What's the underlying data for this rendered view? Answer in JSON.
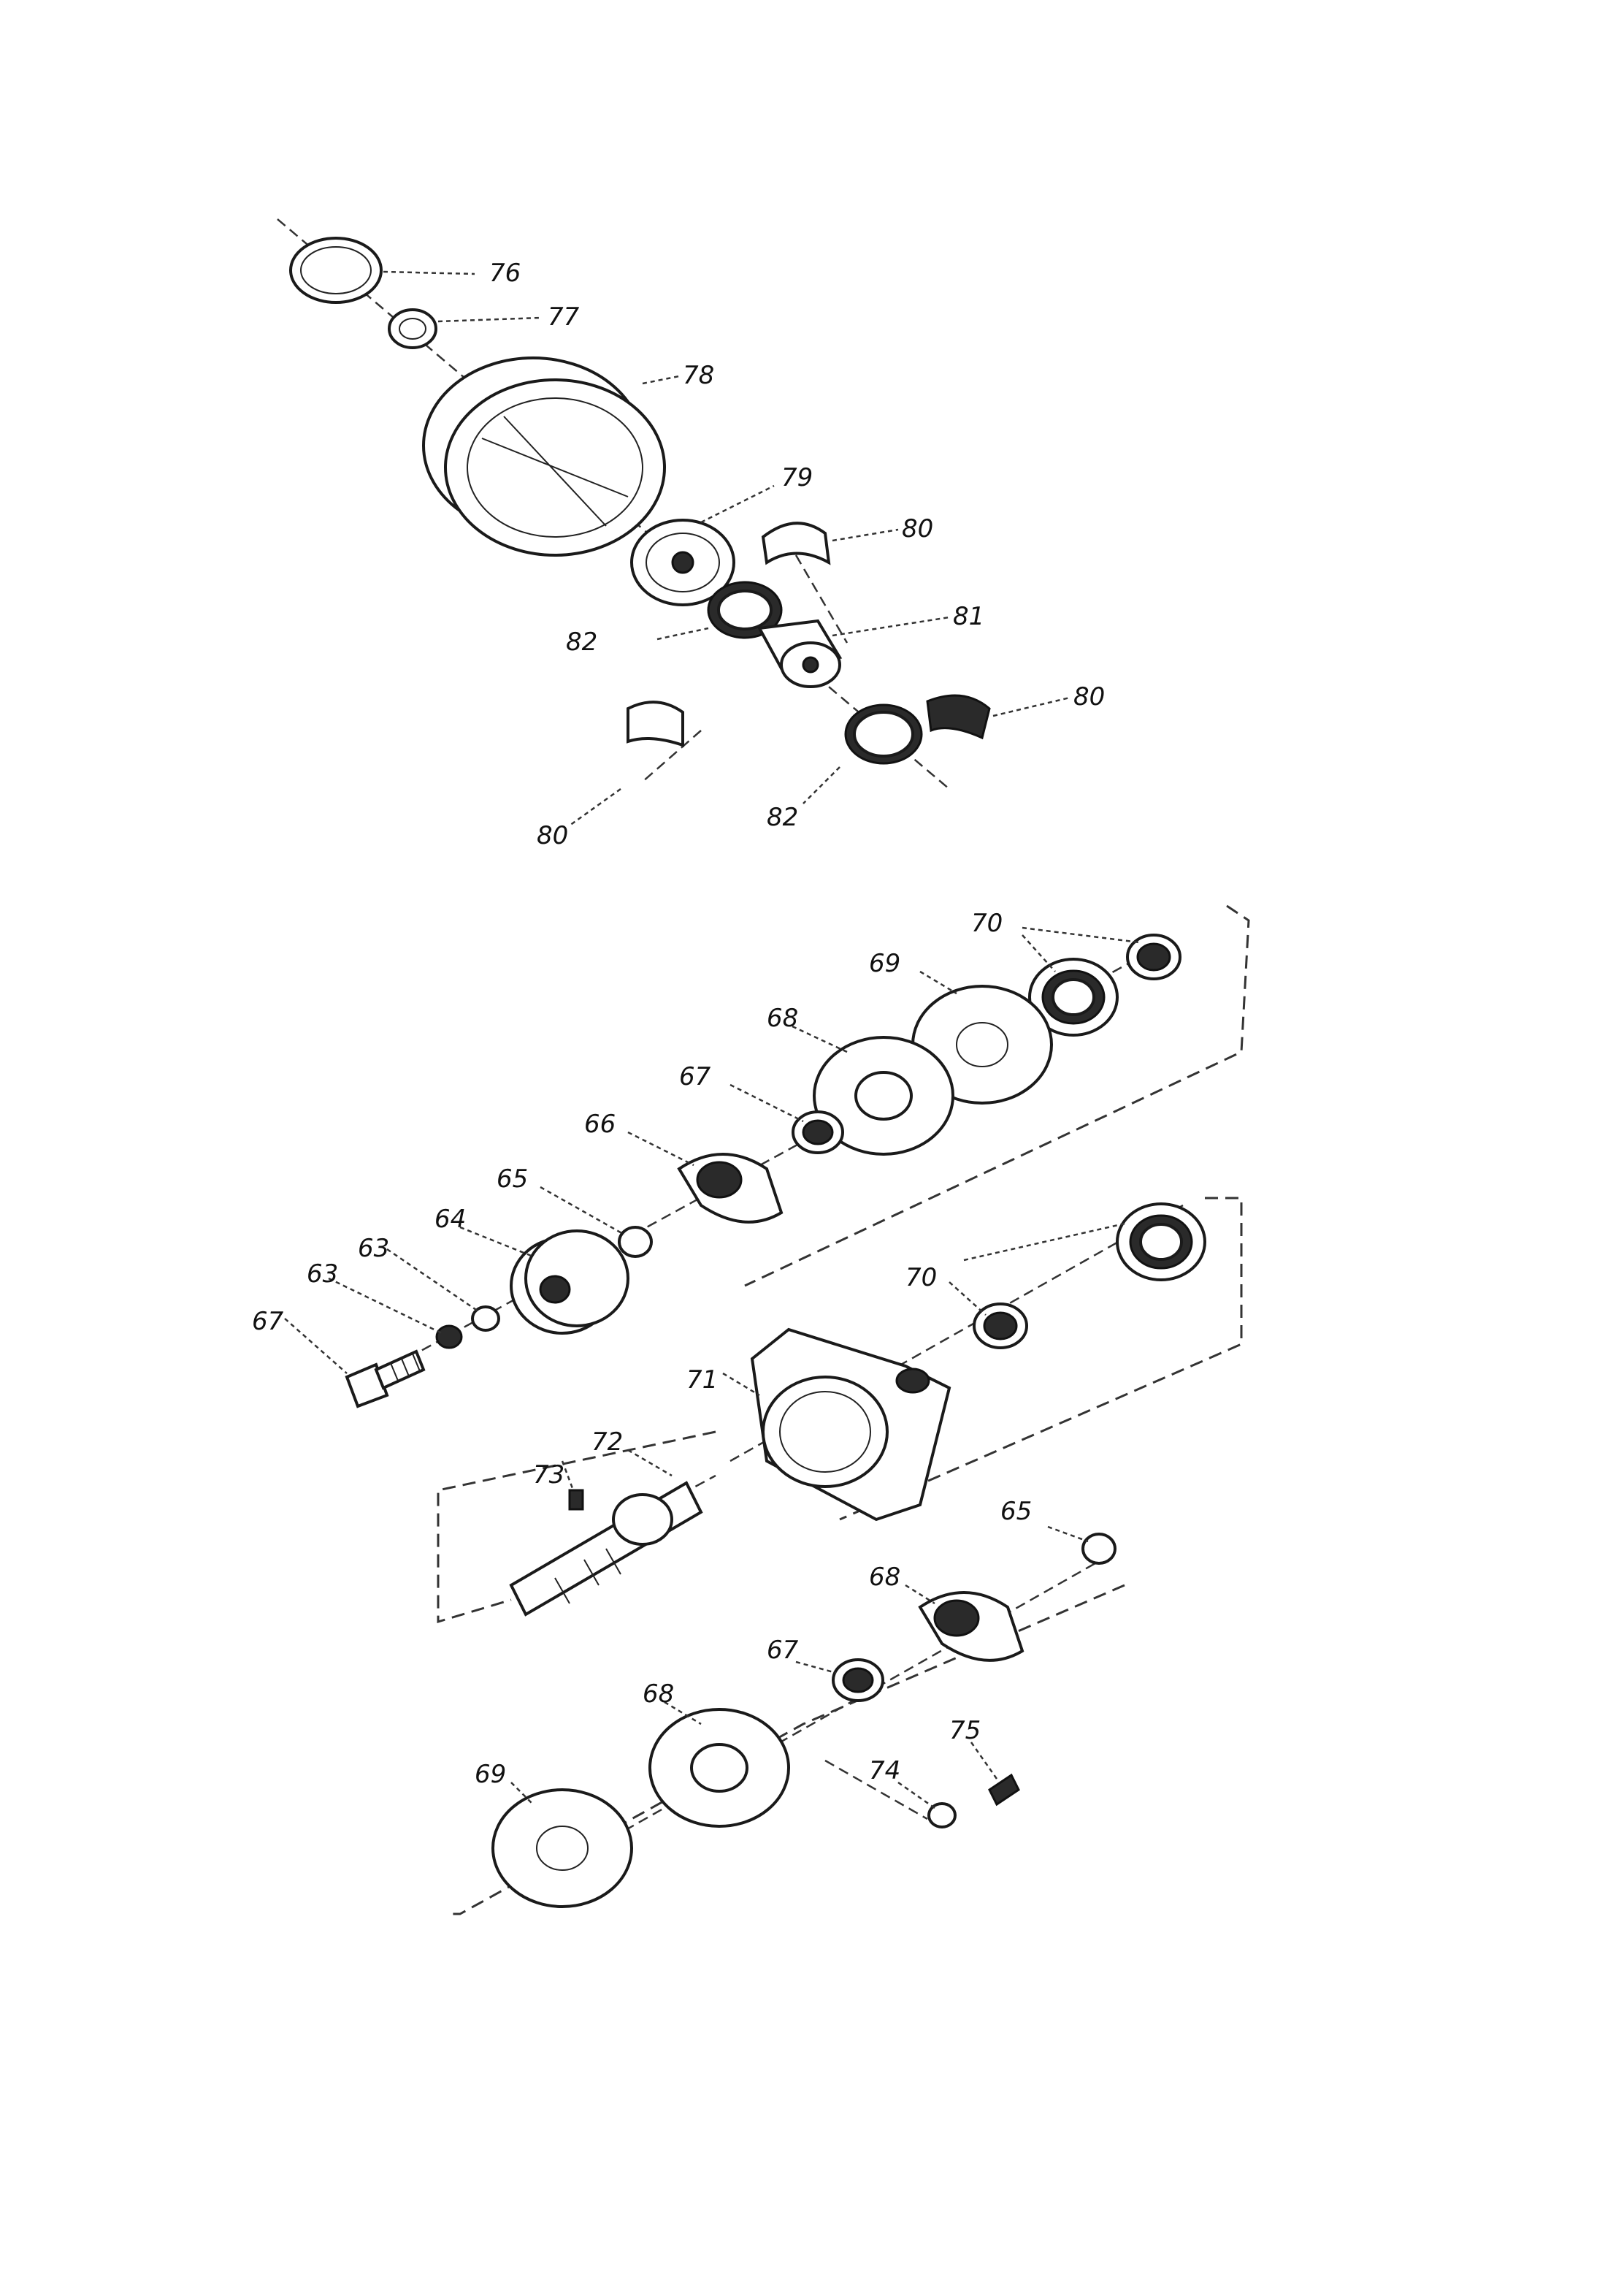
{
  "callouts": {
    "c76": "76",
    "c77": "77",
    "c78": "78",
    "c79": "79",
    "c80a": "80",
    "c80b": "80",
    "c80c": "80",
    "c81": "81",
    "c82a": "82",
    "c82b": "82",
    "c70a": "70",
    "c69a": "69",
    "c68a": "68",
    "c67a": "67",
    "c66": "66",
    "c65a": "65",
    "c64": "64",
    "c63a": "63",
    "c63b": "63",
    "c67b": "67",
    "c70b": "70",
    "c71": "71",
    "c72": "72",
    "c73": "73",
    "c65b": "65",
    "c68b": "68",
    "c67c": "67",
    "c68c": "68",
    "c69b": "69",
    "c74": "74",
    "c75": "75"
  },
  "colors": {
    "ink": "#1a1a1a",
    "paper": "#ffffff"
  }
}
